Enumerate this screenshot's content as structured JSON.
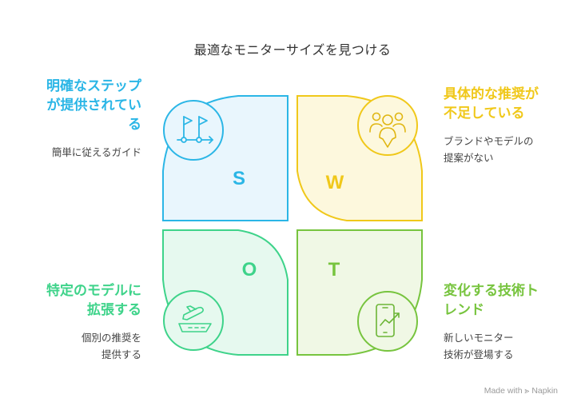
{
  "title": "最適なモニターサイズを見つける",
  "colors": {
    "S": "#2bb6e6",
    "W": "#f0c81a",
    "O": "#3ed38a",
    "T": "#77c43e"
  },
  "quadrants": {
    "S": {
      "letter": "S",
      "heading_lines": [
        "明確なステップ",
        "が提供されてい",
        "る"
      ],
      "desc_lines": [
        "簡単に従えるガイド"
      ],
      "icon": "flags-path-icon"
    },
    "W": {
      "letter": "W",
      "heading_lines": [
        "具体的な推奨が",
        "不足している"
      ],
      "desc_lines": [
        "ブランドやモデルの",
        "提案がない"
      ],
      "icon": "people-group-icon"
    },
    "O": {
      "letter": "O",
      "heading_lines": [
        "特定のモデルに",
        "拡張する"
      ],
      "desc_lines": [
        "個別の推奨を",
        "提供する"
      ],
      "icon": "airplane-runway-icon"
    },
    "T": {
      "letter": "T",
      "heading_lines": [
        "変化する技術ト",
        "レンド"
      ],
      "desc_lines": [
        "新しいモニター",
        "技術が登場する"
      ],
      "icon": "phone-trend-icon"
    }
  },
  "footer": "Made with ⪢ Napkin"
}
